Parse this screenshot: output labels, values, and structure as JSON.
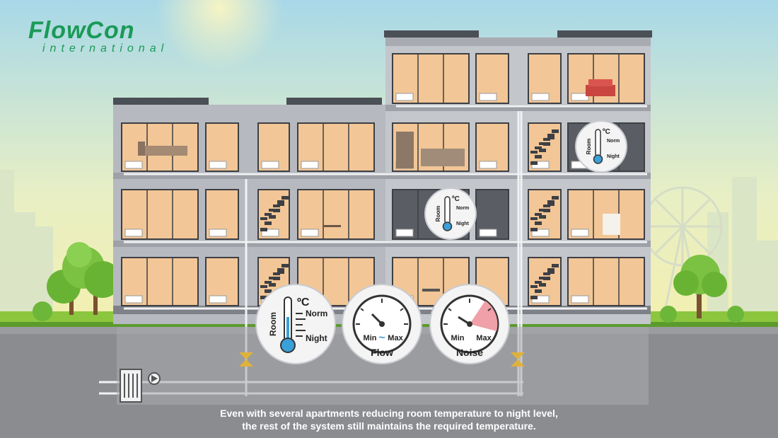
{
  "logo": {
    "brand": "FlowCon",
    "tagline": "international"
  },
  "colors": {
    "sky_top": "#a8d8e8",
    "sky_bottom": "#f3efb0",
    "building": "#b6b9bf",
    "room_window": "#f2c696",
    "grass": "#8cc63f",
    "ground": "#8a8c90",
    "basement": "#a7a9ad",
    "indicator_red": "#e8626a",
    "logo_green": "#1a9a57"
  },
  "gauges": {
    "room": {
      "unit": "ºC",
      "title": "Room",
      "norm_label": "Norm",
      "night_label": "Night"
    },
    "flow": {
      "min_label": "Min",
      "max_label": "Max",
      "symbol": "~",
      "caption": "Flow"
    },
    "noise": {
      "min_label": "Min",
      "max_label": "Max",
      "caption": "Noise"
    }
  },
  "small_gauges": [
    {
      "unit": "ºC",
      "title": "Room",
      "norm_label": "Norm",
      "night_label": "Night"
    },
    {
      "unit": "ºC",
      "title": "Room",
      "norm_label": "Norm",
      "night_label": "Night"
    }
  ],
  "caption": {
    "line1": "Even with several apartments reducing room temperature to night level,",
    "line2": "the rest of the system still maintains the required temperature."
  }
}
